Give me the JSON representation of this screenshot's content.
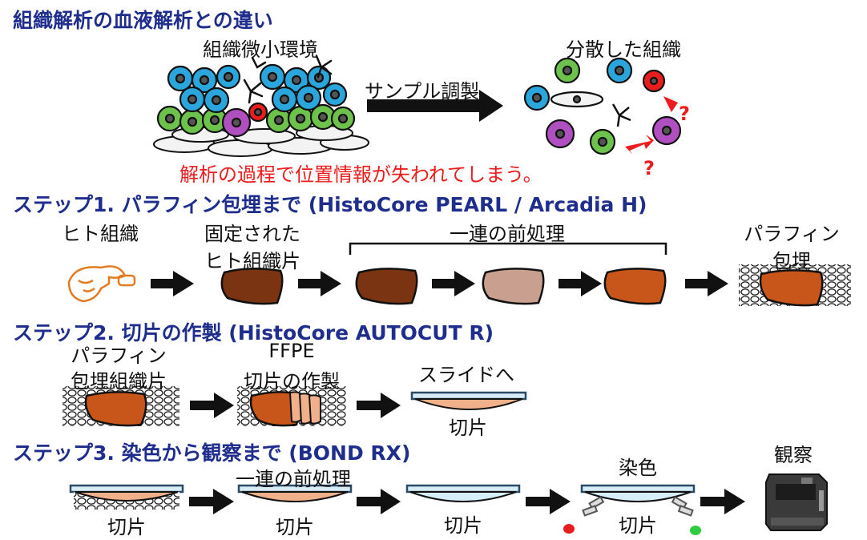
{
  "colors": {
    "heading": "#1f2e8c",
    "warning": "#ee1c1c",
    "tissue_dark": "#7a3412",
    "tissue_orange": "#c8561a",
    "tissue_light": "#c9a08f",
    "slide_frame": "#2b4a66",
    "cell_blue": "#2aa6dc",
    "cell_green": "#6dc24b",
    "cell_purple": "#b04fbf",
    "cell_red": "#e81e1e"
  },
  "intro": {
    "title": "組織解析の血液解析との違い",
    "microenv_label": "組織微小環境",
    "prep_label": "サンプル調製",
    "dispersed_label": "分散した組織",
    "warning": "解析の過程で位置情報が失われてしまう。",
    "question_mark": "?"
  },
  "step1": {
    "title": "ステップ1. パラフィン包埋まで (HistoCore PEARL / Arcadia H)",
    "human_tissue": "ヒト組織",
    "fixed_line1": "固定された",
    "fixed_line2": "ヒト組織片",
    "pretreatment": "一連の前処理",
    "embedding_line1": "パラフィン",
    "embedding_line2": "包埋"
  },
  "step2": {
    "title": "ステップ2. 切片の作製 (HistoCore AUTOCUT R)",
    "block_line1": "パラフィン",
    "block_line2": "包埋組織片",
    "ffpe_line1": "FFPE",
    "ffpe_line2": "切片の作製",
    "to_slide": "スライドへ",
    "section": "切片"
  },
  "step3": {
    "title": "ステップ3. 染色から観察まで (BOND RX)",
    "pretreatment": "一連の前処理",
    "staining": "染色",
    "observation": "観察",
    "section1": "切片",
    "section2": "切片",
    "section3": "切片",
    "section4": "切片"
  }
}
